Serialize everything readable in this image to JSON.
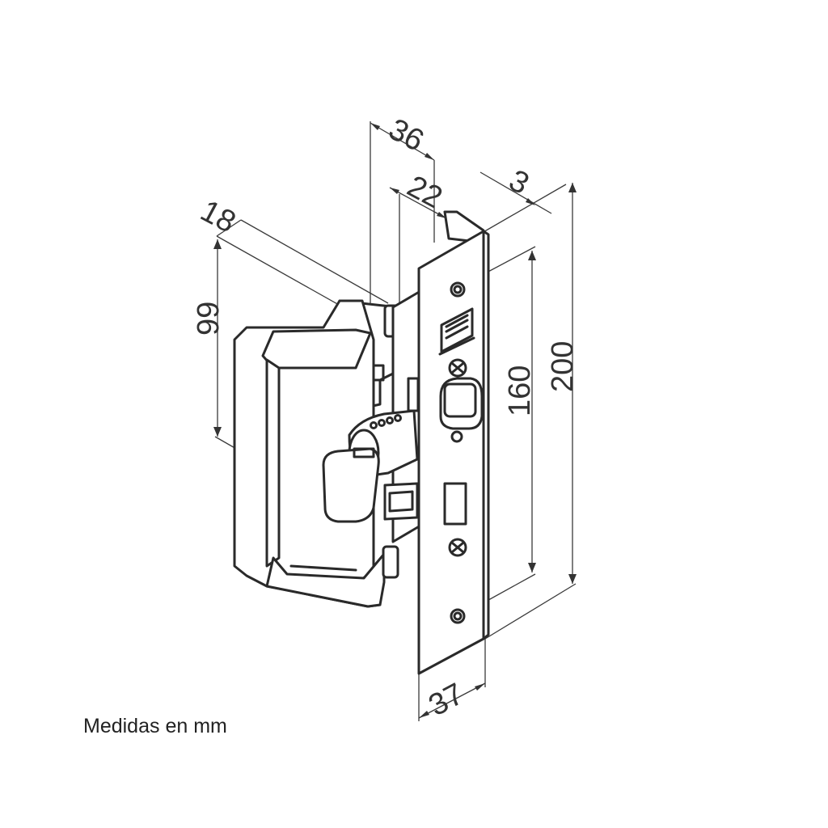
{
  "dimensions": {
    "d36": "36",
    "d22": "22",
    "d3": "3",
    "d18": "18",
    "d99": "99",
    "d160": "160",
    "d200": "200",
    "d37": "37"
  },
  "caption": "Medidas en mm",
  "colors": {
    "line": "#2a2a2a",
    "text": "#333333",
    "background": "#ffffff"
  }
}
